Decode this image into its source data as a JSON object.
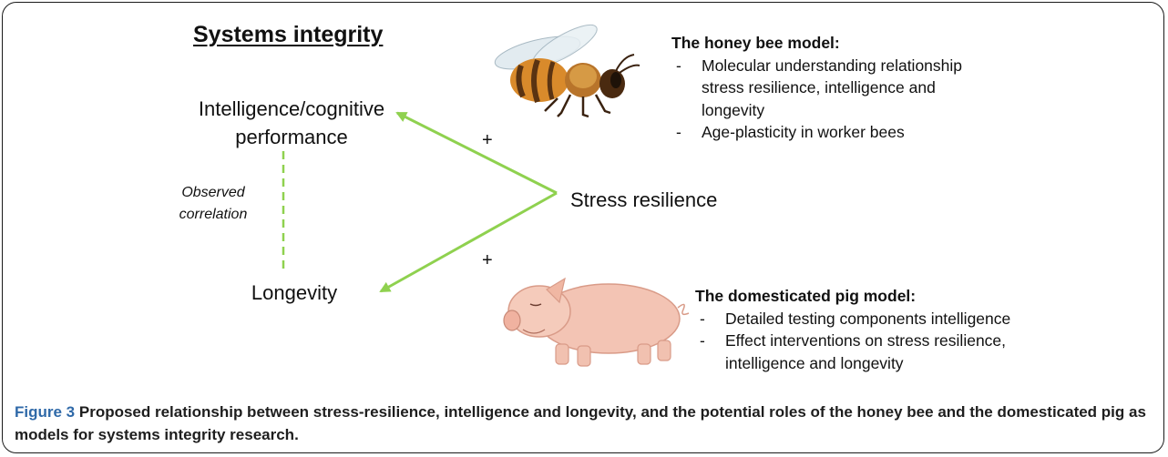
{
  "title": "Systems integrity",
  "nodes": {
    "intelligence": [
      "Intelligence/cognitive",
      "performance"
    ],
    "longevity": "Longevity",
    "stress": "Stress resilience"
  },
  "edges": {
    "plus_upper": "+",
    "plus_lower": "+",
    "correlation": [
      "Observed",
      "correlation"
    ]
  },
  "honey_bee": {
    "heading": "The honey bee model:",
    "items": [
      "Molecular understanding  relationship stress resilience, intelligence and longevity",
      "Age-plasticity in worker bees"
    ]
  },
  "pig": {
    "heading": "The domesticated pig model:",
    "items": [
      "Detailed testing components intelligence",
      "Effect interventions on stress resilience, intelligence and longevity"
    ]
  },
  "caption": {
    "label": "Figure 3",
    "text": "Proposed relationship between stress-resilience, intelligence and longevity, and the potential roles of the honey bee and the domesticated pig as models for systems integrity research."
  },
  "colors": {
    "arrow": "#8fd14f",
    "dashed": "#8fd14f",
    "caption_label": "#2f69a8"
  },
  "images": [
    "honey-bee-illustration",
    "pig-illustration"
  ]
}
